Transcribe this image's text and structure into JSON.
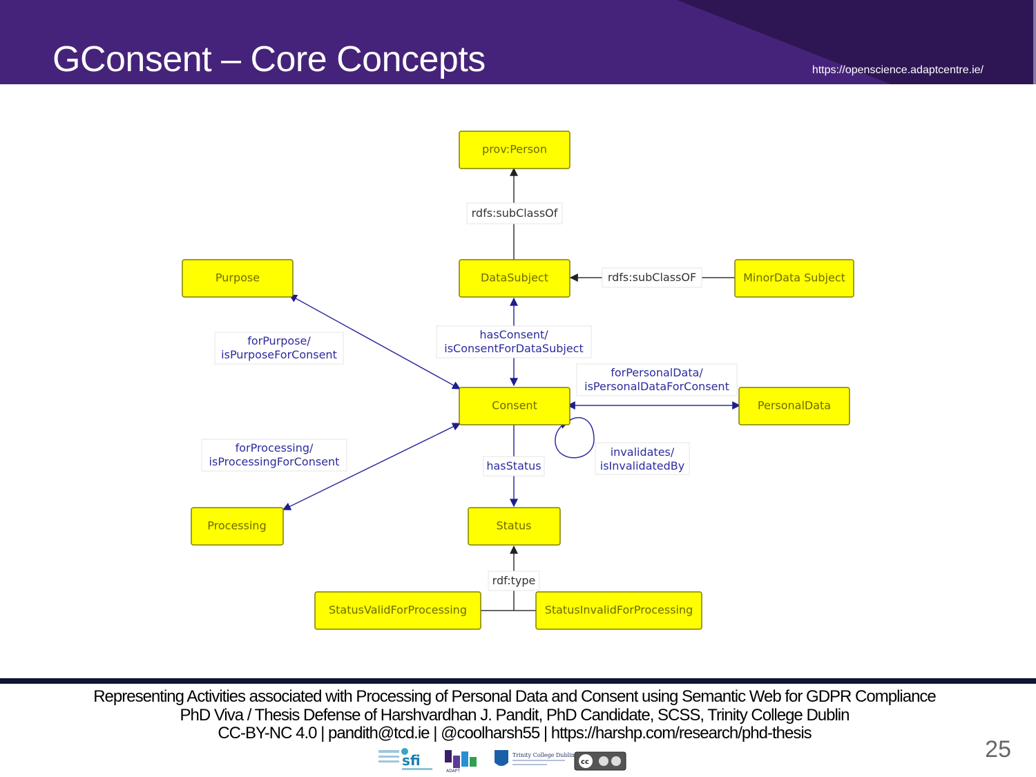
{
  "header": {
    "title": "GConsent – Core Concepts",
    "url": "https://openscience.adaptcentre.ie/",
    "background": "#46237a"
  },
  "diagram": {
    "node_color": "#ffff00",
    "nodes": {
      "prov_person": "prov:Person",
      "purpose": "Purpose",
      "data_subject": "DataSubject",
      "minor_data_subject": "MinorData Subject",
      "consent": "Consent",
      "personal_data": "PersonalData",
      "processing": "Processing",
      "status": "Status",
      "status_valid": "StatusValidForProcessing",
      "status_invalid": "StatusInvalidForProcessing"
    },
    "edge_labels": {
      "subclass_person": "rdfs:subClassOf",
      "subclass_minor": "rdfs:subClassOF",
      "has_consent_1": "hasConsent/",
      "has_consent_2": "isConsentForDataSubject",
      "for_purpose_1": "forPurpose/",
      "for_purpose_2": "isPurposeForConsent",
      "for_personal_1": "forPersonalData/",
      "for_personal_2": "isPersonalDataForConsent",
      "for_processing_1": "forProcessing/",
      "for_processing_2": "isProcessingForConsent",
      "has_status": "hasStatus",
      "invalidates_1": "invalidates/",
      "invalidates_2": "isInvalidatedBy",
      "rdf_type": "rdf:type"
    }
  },
  "footer": {
    "line1": "Representing Activities associated with Processing of Personal Data and Consent using Semantic Web for GDPR Compliance",
    "line2": "PhD Viva / Thesis Defense of Harshvardhan J. Pandit, PhD Candidate, SCSS, Trinity College Dublin",
    "line3": "CC-BY-NC 4.0 | pandith@tcd.ie | @coolharsh55 | https://harshp.com/research/phd-thesis",
    "page_number": "25",
    "logos": {
      "sfi": "sfi",
      "adapt": "ADAPT",
      "tcd": "Trinity College Dublin",
      "cc": "cc"
    }
  }
}
